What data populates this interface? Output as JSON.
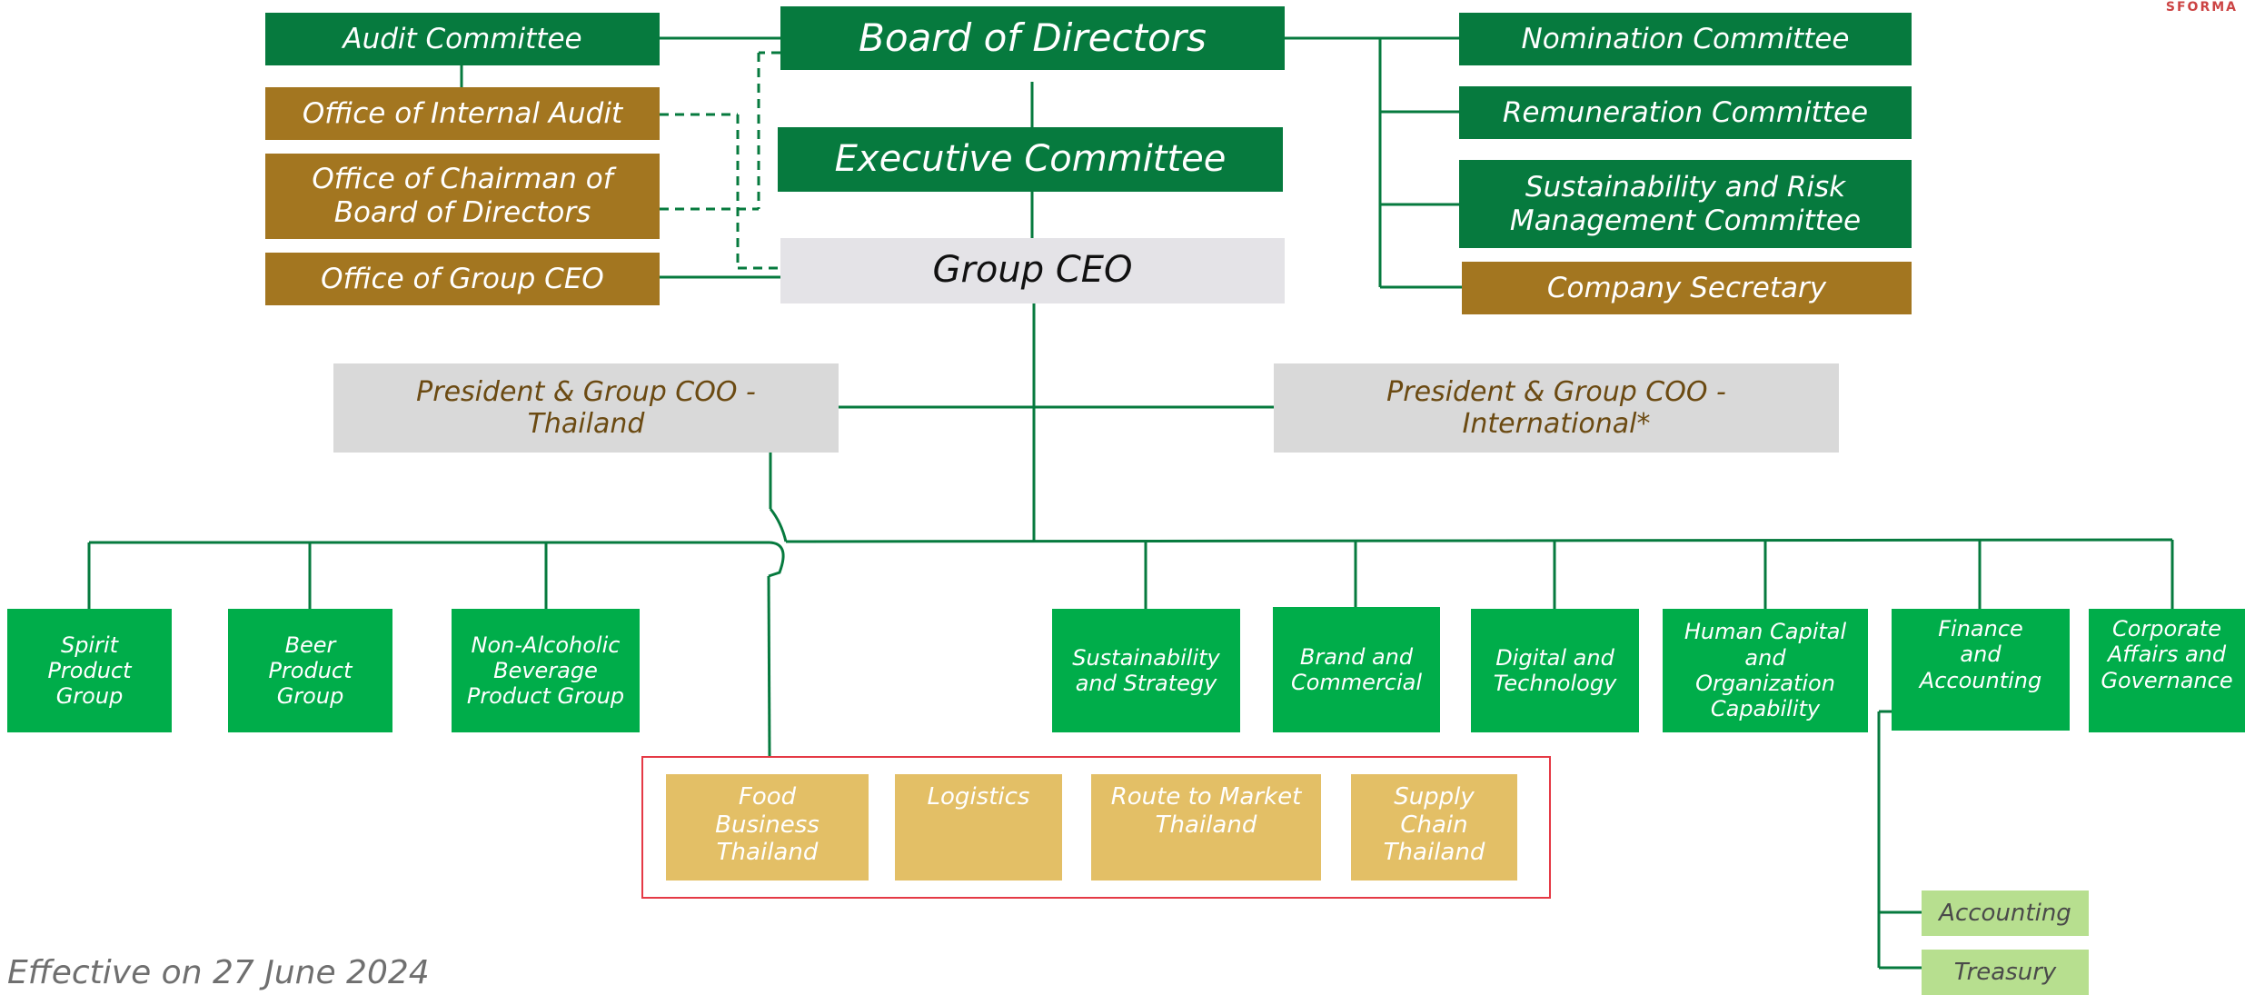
{
  "governance": {
    "audit_committee": "Audit Committee",
    "board": "Board of Directors",
    "nomination": "Nomination Committee",
    "office_internal_audit": "Office of Internal Audit",
    "remuneration": "Remuneration Committee",
    "executive_committee": "Executive Committee",
    "office_chairman": "Office of Chairman of Board of Directors",
    "sustainability_risk": "Sustainability and Risk Management Committee",
    "office_group_ceo": "Office of Group CEO",
    "group_ceo": "Group CEO",
    "company_secretary": "Company Secretary"
  },
  "presidents": {
    "thailand": "President & Group COO - Thailand",
    "international": "President & Group COO - International*"
  },
  "units": [
    "Spirit Product Group",
    "Beer Product Group",
    "Non-Alcoholic Beverage Product Group",
    "Sustainability and Strategy",
    "Brand and Commercial",
    "Digital and Technology",
    "Human Capital and Organization Capability",
    "Finance and Accounting",
    "Corporate Affairs and Governance"
  ],
  "thailand_units": [
    "Food Business Thailand",
    "Logistics",
    "Route to Market Thailand",
    "Supply Chain Thailand"
  ],
  "finance_sub": [
    "Accounting",
    "Treasury"
  ],
  "footer": "Effective on 27 June 2024",
  "corner_fragment": "SFORMA",
  "colors": {
    "dark_green": "#067a3e",
    "gold": "#a37620",
    "light_grey": "#e4e3e7",
    "grey": "#d9d9d9",
    "bright_green": "#00ad4a",
    "mustard": "#e3bf66",
    "light_green": "#b7df8f",
    "line": "#067a3e",
    "highlight_border": "#e53945"
  }
}
